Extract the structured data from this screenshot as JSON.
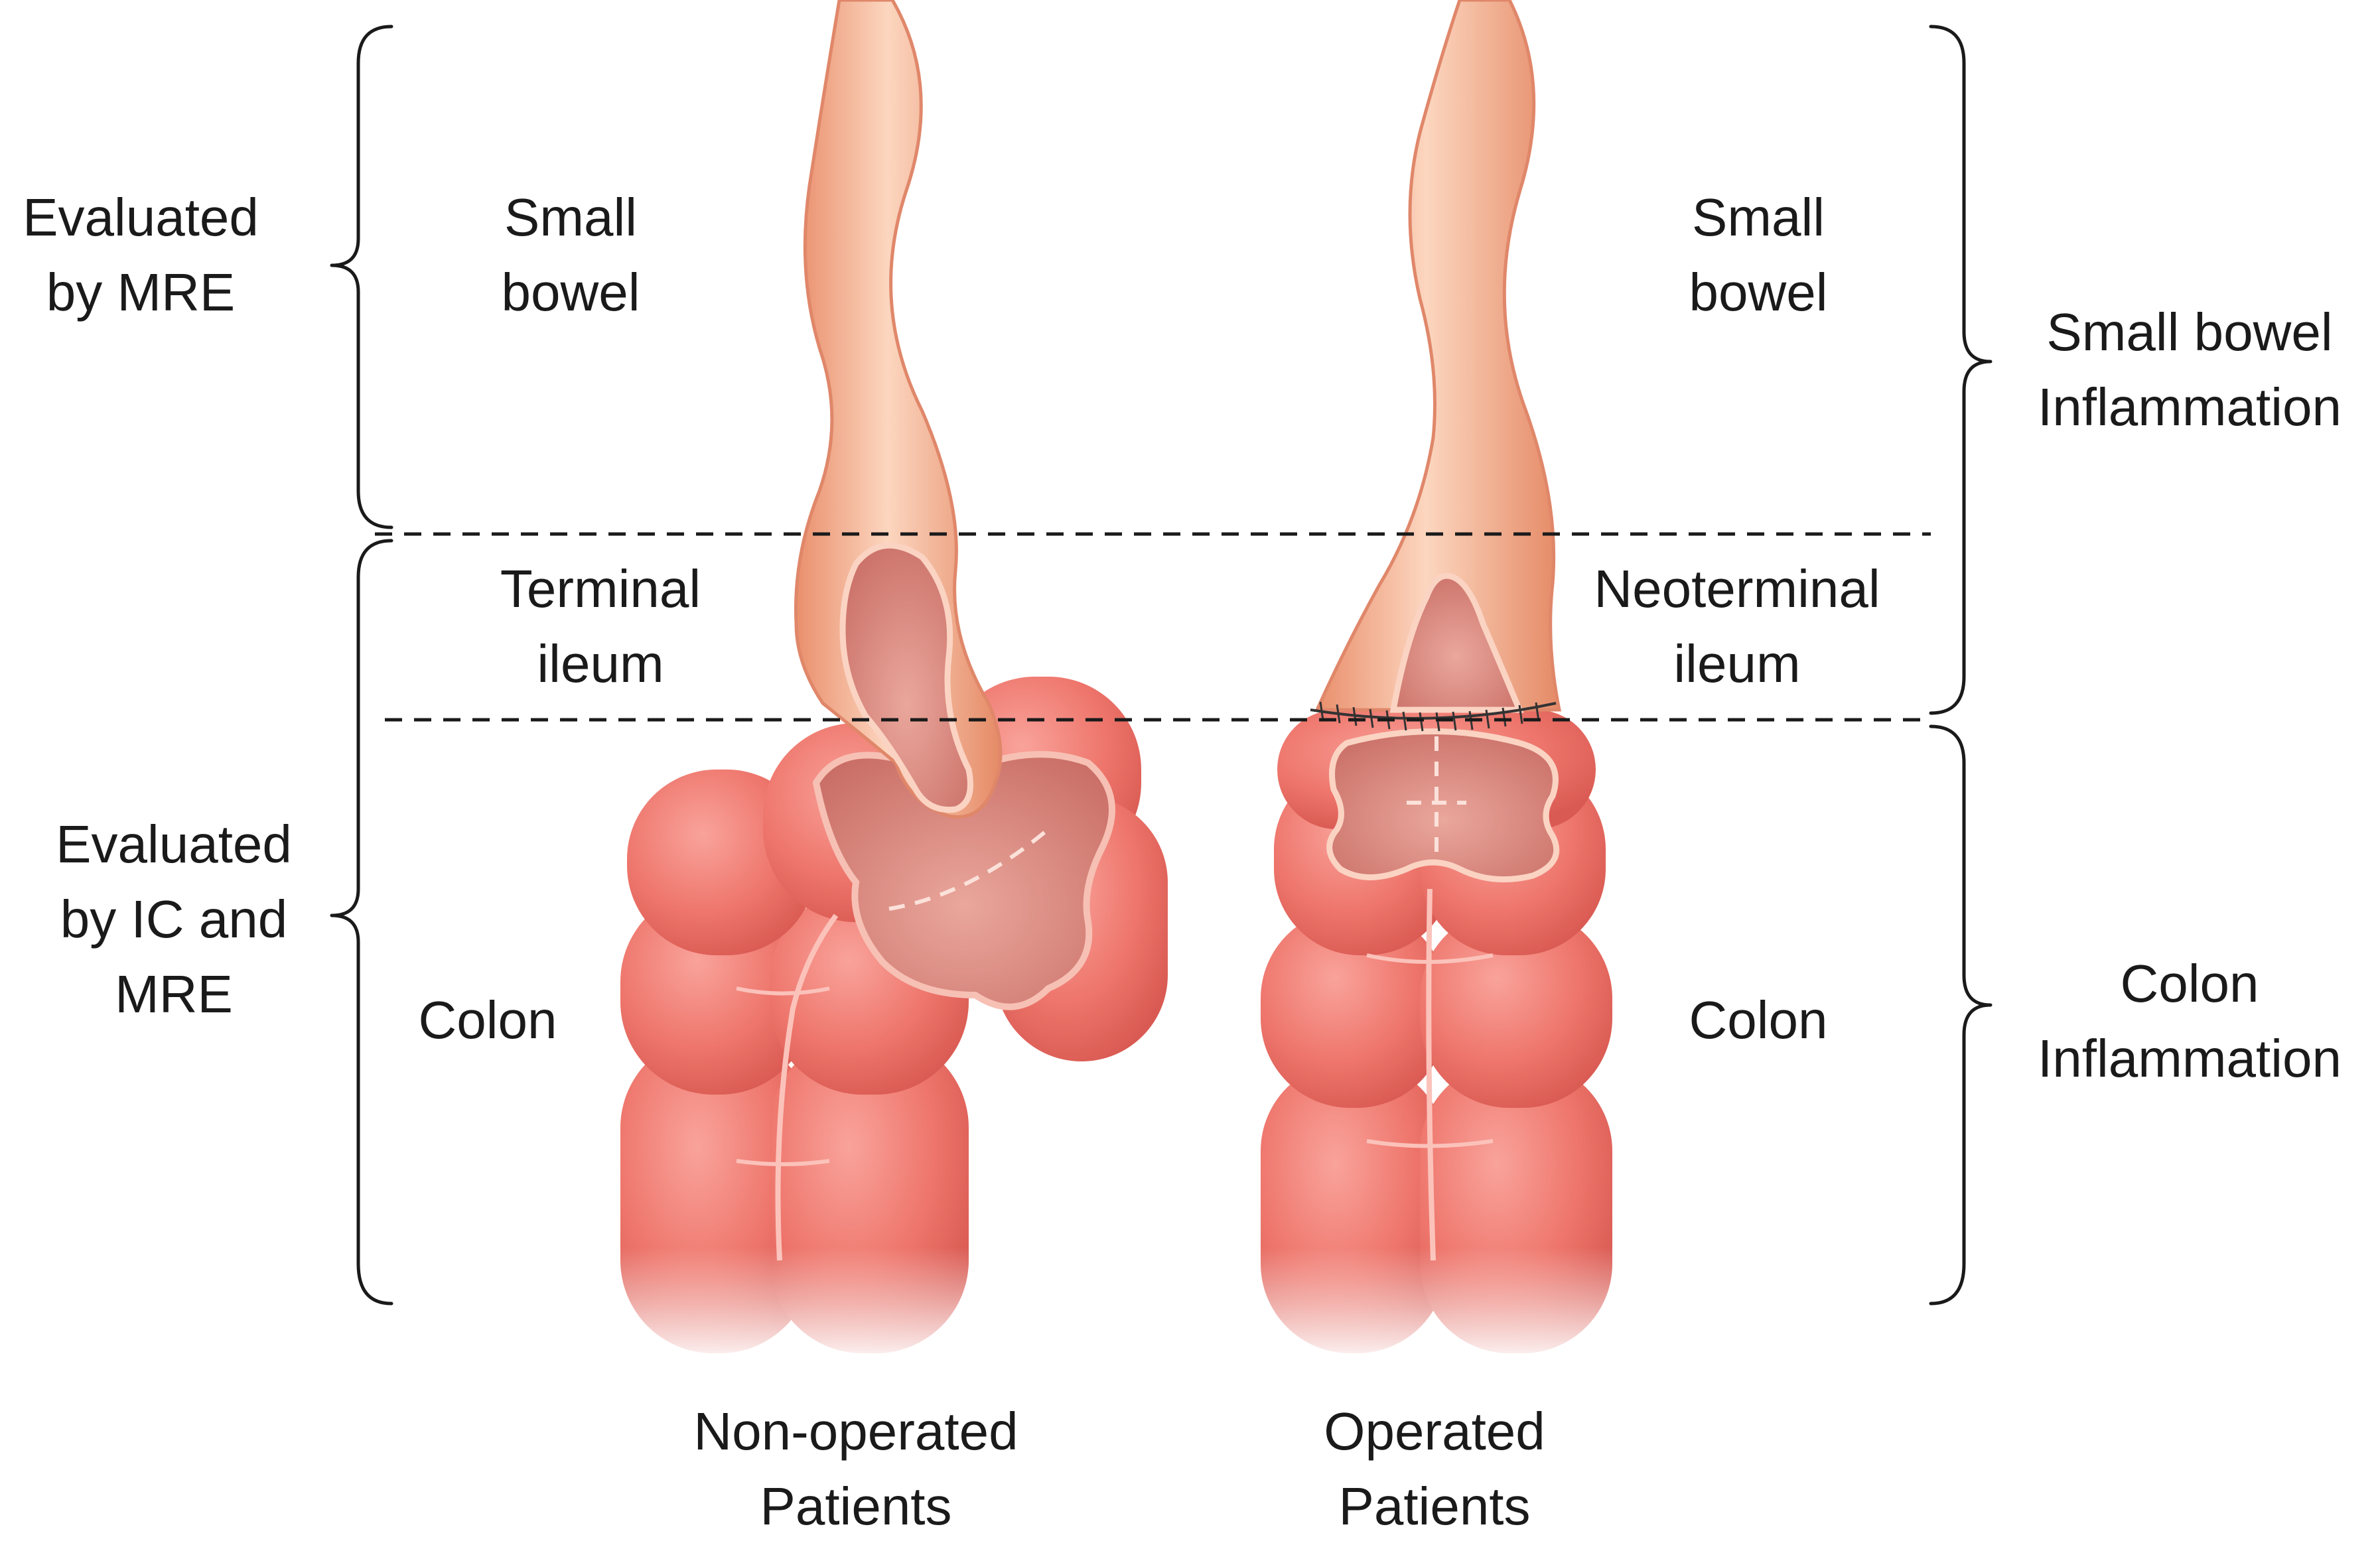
{
  "left_labels": {
    "top": [
      "Evaluated",
      "by MRE"
    ],
    "bottom": [
      "Evaluated",
      "by IC and",
      "MRE"
    ]
  },
  "nonoperated": {
    "small_bowel": [
      "Small",
      "bowel"
    ],
    "ileum": [
      "Terminal",
      "ileum"
    ],
    "colon": "Colon",
    "caption": [
      "Non-operated",
      "Patients"
    ]
  },
  "operated": {
    "small_bowel": [
      "Small",
      "bowel"
    ],
    "ileum": [
      "Neoterminal",
      "ileum"
    ],
    "colon": "Colon",
    "caption": [
      "Operated",
      "Patients"
    ]
  },
  "right_labels": {
    "top": [
      "Small bowel",
      "Inflammation"
    ],
    "bottom": [
      "Colon",
      "Inflammation"
    ]
  },
  "colors": {
    "colon": "#ef7a70",
    "colon_dark": "#c9504a",
    "lumen": "#d9877c",
    "small_bowel": "#f3a784",
    "small_bowel_light": "#fbd6bf",
    "line": "#1a1a1a"
  }
}
